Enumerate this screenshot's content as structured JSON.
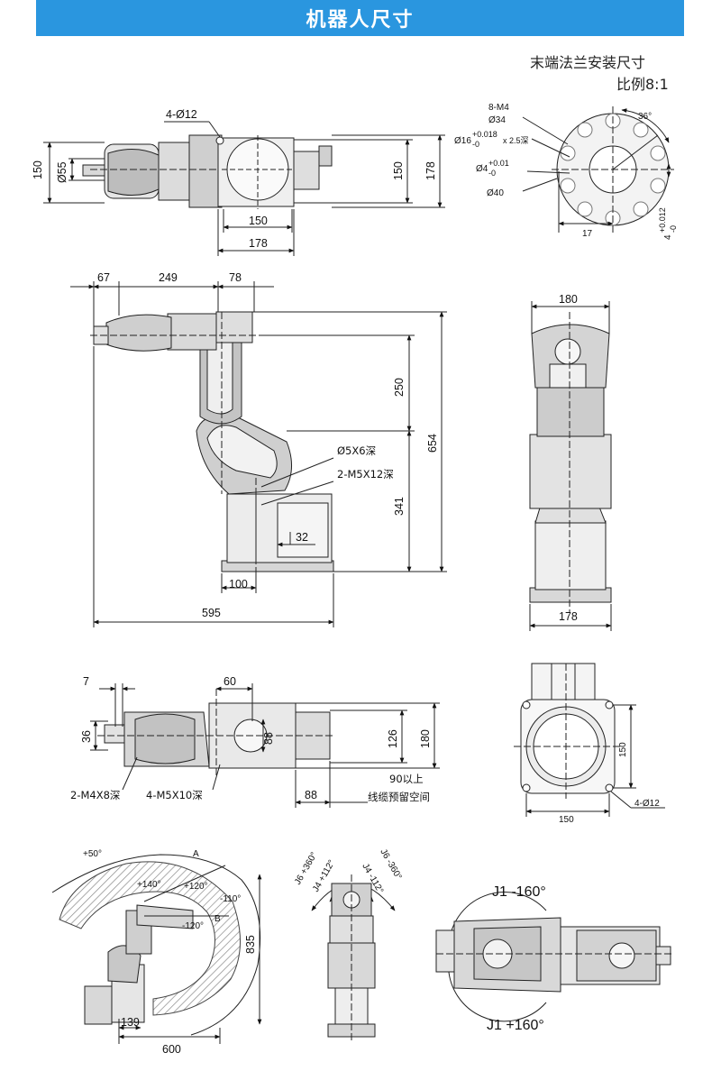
{
  "header": {
    "title": "机器人尺寸"
  },
  "flange": {
    "title": "末端法兰安装尺寸",
    "scale": "比例8:1",
    "labels": {
      "m4": "8-M4",
      "d34": "Ø34",
      "d16": "Ø16",
      "d16_tol_up": "+0.018",
      "d16_tol_low": "-0",
      "d16_depth": "x 2.5深",
      "d4": "Ø4",
      "d4_tol_up": "+0.01",
      "d4_tol_low": "-0",
      "d40": "Ø40",
      "angle": "36°",
      "w17": "17",
      "w4": "4",
      "w4_tol_up": "+0.012",
      "w4_tol_low": "-0"
    }
  },
  "top_view": {
    "labels": {
      "holes": "4-Ø12",
      "d55": "Ø55",
      "h150_left": "150",
      "h150_right": "150",
      "h178": "178",
      "w150": "150",
      "w178": "178"
    }
  },
  "side_view": {
    "labels": {
      "d67": "67",
      "d249": "249",
      "d78": "78",
      "d250": "250",
      "d654": "654",
      "d341": "341",
      "d100": "100",
      "d595": "595",
      "d32": "32",
      "hole_d5": "Ø5X6深",
      "hole_m5": "2-M5X12深"
    }
  },
  "front_view": {
    "labels": {
      "w180": "180",
      "w178": "178"
    }
  },
  "top_view2": {
    "labels": {
      "d7": "7",
      "d60": "60",
      "d36": "36",
      "d88v": "88",
      "d126": "126",
      "d180": "180",
      "d88h": "88",
      "m4x8": "2-M4X8深",
      "m5x10": "4-M5X10深",
      "cable_line1": "90以上",
      "cable_line2": "线缆预留空间"
    }
  },
  "base_plate": {
    "labels": {
      "v150": "150",
      "h150": "150",
      "holes": "4-Ø12"
    }
  },
  "workspace": {
    "labels": {
      "a50": "+50°",
      "point_a": "A",
      "a140": "+140°",
      "a120p": "+120°",
      "a110": "-110°",
      "a120n": "-120°",
      "point_b": "B",
      "r835": "835",
      "r139": "139",
      "r600": "600"
    }
  },
  "joint_range": {
    "labels": {
      "j6p": "J6 +360°",
      "j4p": "J4 +112°",
      "j4n": "J4 -112°",
      "j6n": "J6 -360°"
    }
  },
  "j1_range": {
    "labels": {
      "j1n": "J1 -160°",
      "j1p": "J1 +160°"
    }
  },
  "colors": {
    "banner": "#2a96df",
    "line": "#222222",
    "robot_gray": "#c9c9c9",
    "hatch": "#888888"
  }
}
